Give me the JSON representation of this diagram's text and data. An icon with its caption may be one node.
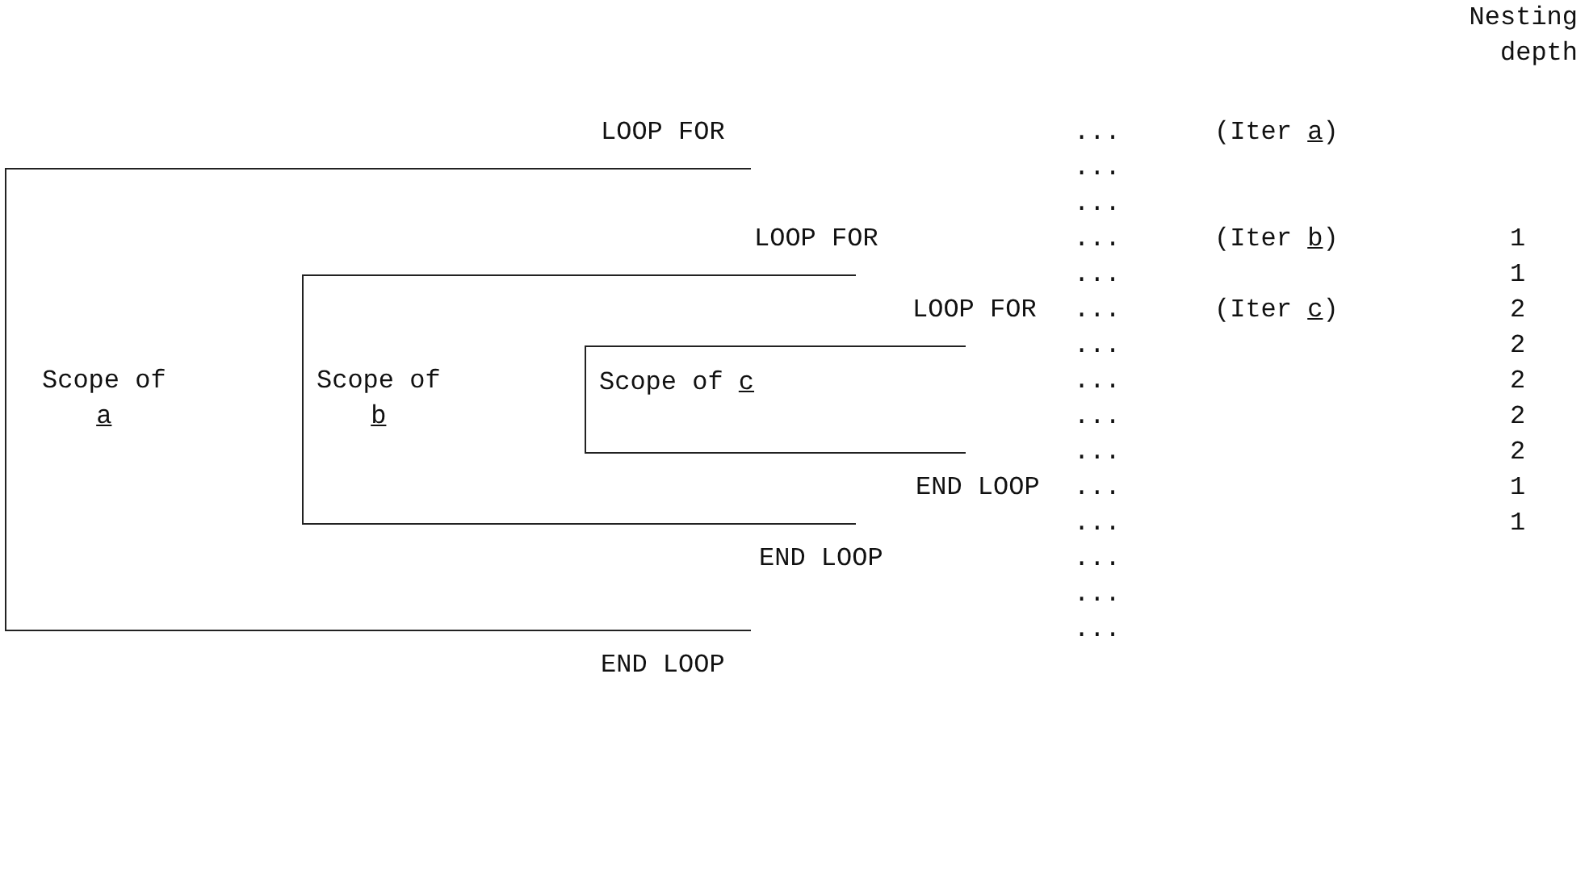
{
  "diagram": {
    "nodes": [
      {
        "text": [
          "Scope of a"
        ]
      },
      {
        "text": [
          "Scope of b"
        ]
      },
      {
        "text": [
          "Scope of c"
        ]
      }
    ],
    "labels": [
      "Nesting depth",
      "LOOP FOR",
      "...",
      "(Iter a)",
      "...",
      "...",
      "LOOP FOR",
      "...",
      "(Iter b)",
      "1",
      "...",
      "1",
      "LOOP FOR",
      "...",
      "(Iter c)",
      "2",
      "...",
      "2",
      "...",
      "2",
      "...",
      "2",
      "...",
      "2",
      "END LOOP",
      "...",
      "1",
      "...",
      "1",
      "END LOOP",
      "...",
      "...",
      "...",
      "END LOOP"
    ]
  }
}
